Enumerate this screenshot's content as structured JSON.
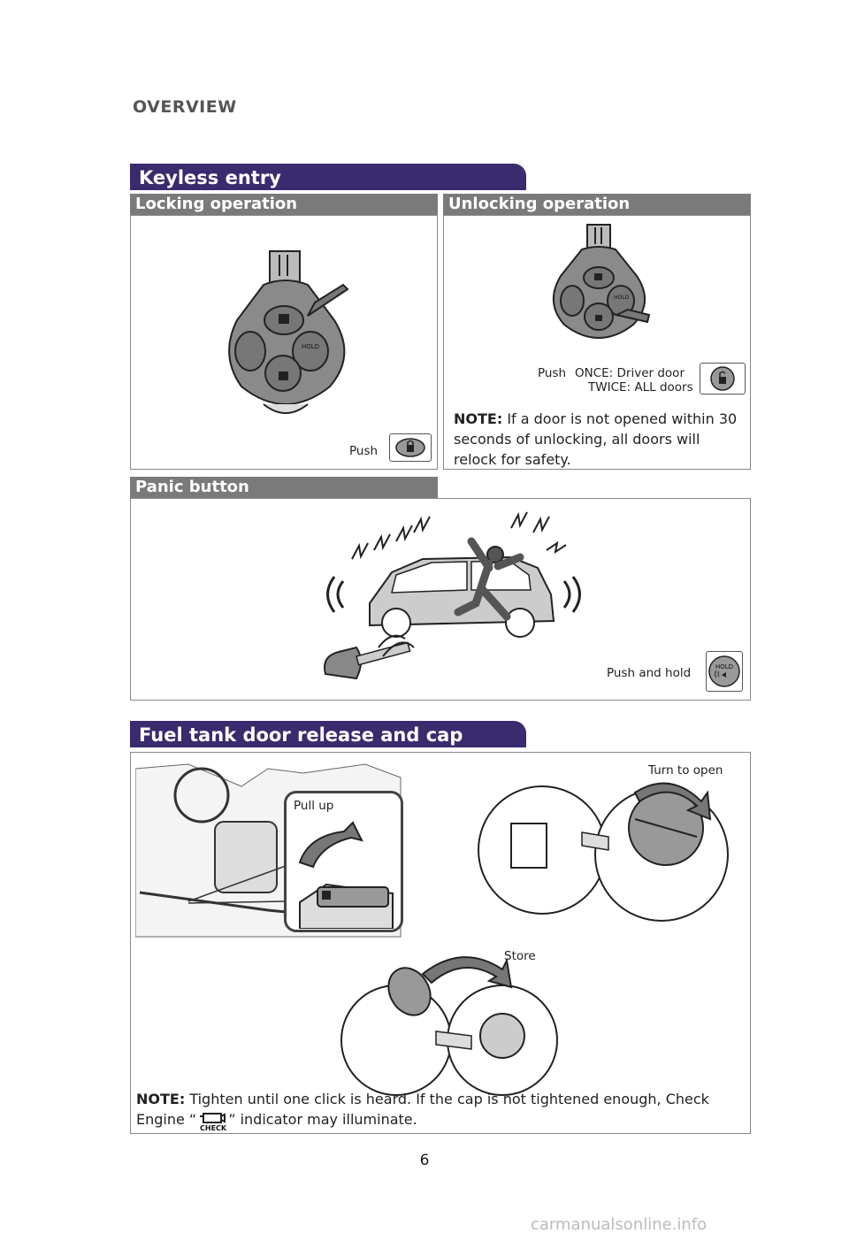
{
  "header": {
    "title": "OVERVIEW"
  },
  "keyless": {
    "title": "Keyless entry",
    "locking": {
      "title": "Locking operation",
      "push_label": "Push",
      "button_icon": "lock-icon"
    },
    "unlocking": {
      "title": "Unlocking operation",
      "push_label": "Push",
      "once_text": "ONCE: Driver door",
      "twice_text": "TWICE: ALL doors",
      "button_icon": "unlock-icon",
      "note_label": "NOTE:",
      "note_text": " If a door is not opened within 30 seconds of unlocking, all doors will relock for safety."
    },
    "panic": {
      "title": "Panic button",
      "push_label": "Push and hold",
      "button_icon": "panic-hold-icon",
      "hold_text": "HOLD"
    }
  },
  "fuel": {
    "title": "Fuel tank door release and cap",
    "pull_label": "Pull up",
    "turn_label": "Turn to open",
    "store_label": "Store",
    "note_label": "NOTE:",
    "note_text_1": " Tighten until one click is heard. If the cap is not tightened enough, Check",
    "note_text_2a": "Engine “",
    "note_text_2b": "” indicator may illuminate.",
    "check_icon_text": "CHECK"
  },
  "page_number": "6",
  "watermark": "carmanualsonline.info",
  "colors": {
    "section_tab": "#3a2a6e",
    "sub_header": "#7a7a7a"
  }
}
